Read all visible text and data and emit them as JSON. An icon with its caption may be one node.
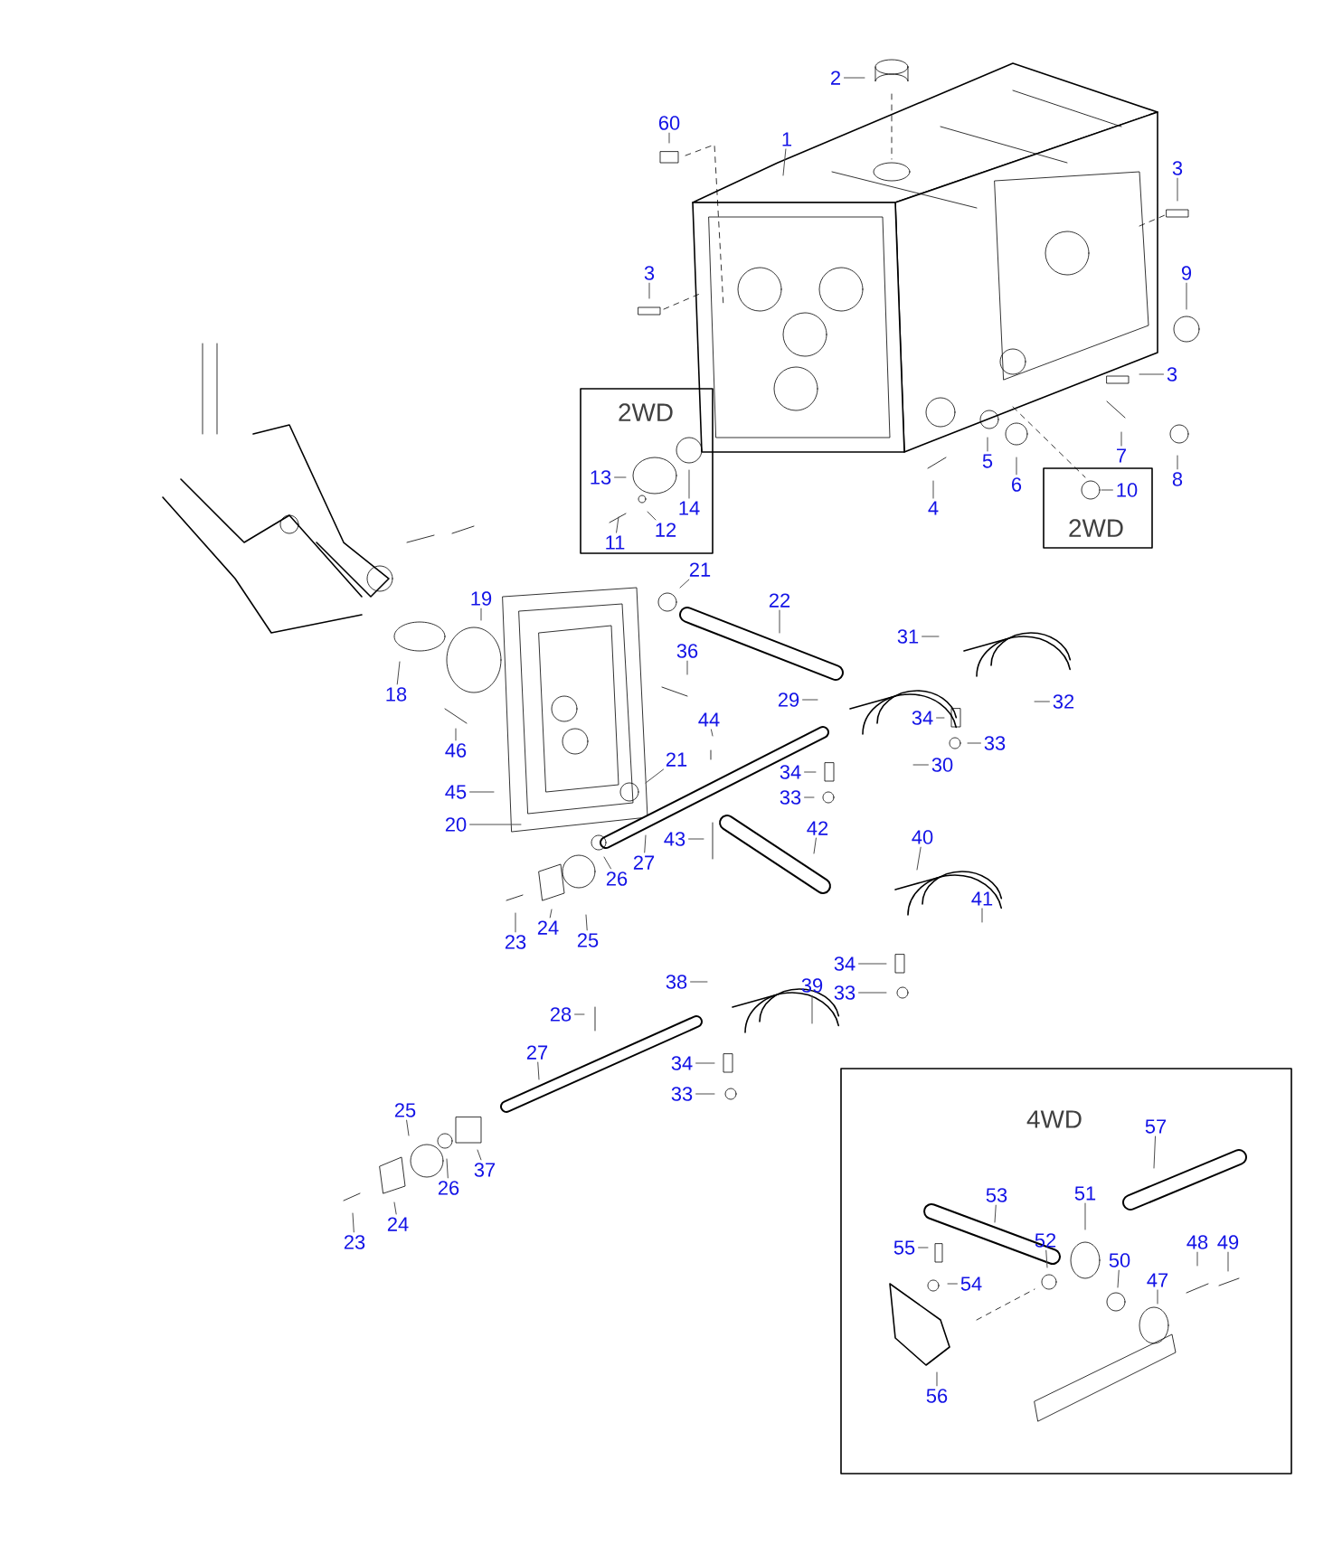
{
  "diagram": {
    "nodes": [
      {
        "text": [
          "2"
        ]
      },
      {
        "text": [
          "60"
        ]
      },
      {
        "text": [
          "1"
        ]
      },
      {
        "text": [
          "3"
        ]
      },
      {
        "text": [
          "3"
        ]
      },
      {
        "text": [
          "9"
        ]
      },
      {
        "text": [
          "3"
        ]
      },
      {
        "text": [
          "2WD"
        ]
      },
      {
        "text": [
          "13"
        ],
        "in": 7
      },
      {
        "text": [
          "14"
        ],
        "in": 7
      },
      {
        "text": [
          "11"
        ],
        "in": 7
      },
      {
        "text": [
          "12"
        ],
        "in": 7
      },
      {
        "text": [
          "4"
        ]
      },
      {
        "text": [
          "5"
        ]
      },
      {
        "text": [
          "6"
        ]
      },
      {
        "text": [
          "7"
        ]
      },
      {
        "text": [
          "8"
        ]
      },
      {
        "text": [
          "2WD"
        ]
      },
      {
        "text": [
          "10"
        ],
        "in": 17
      },
      {
        "text": [
          "21"
        ]
      },
      {
        "text": [
          "22"
        ]
      },
      {
        "text": [
          "19"
        ]
      },
      {
        "text": [
          "36"
        ]
      },
      {
        "text": [
          "31"
        ]
      },
      {
        "text": [
          "29"
        ]
      },
      {
        "text": [
          "32"
        ]
      },
      {
        "text": [
          "18"
        ]
      },
      {
        "text": [
          "46"
        ]
      },
      {
        "text": [
          "34"
        ]
      },
      {
        "text": [
          "33"
        ]
      },
      {
        "text": [
          "44"
        ]
      },
      {
        "text": [
          "21"
        ]
      },
      {
        "text": [
          "34"
        ]
      },
      {
        "text": [
          "30"
        ]
      },
      {
        "text": [
          "45"
        ]
      },
      {
        "text": [
          "33"
        ]
      },
      {
        "text": [
          "20"
        ]
      },
      {
        "text": [
          "42"
        ]
      },
      {
        "text": [
          "43"
        ]
      },
      {
        "text": [
          "27"
        ]
      },
      {
        "text": [
          "26"
        ]
      },
      {
        "text": [
          "40"
        ]
      },
      {
        "text": [
          "41"
        ]
      },
      {
        "text": [
          "24"
        ]
      },
      {
        "text": [
          "25"
        ]
      },
      {
        "text": [
          "23"
        ]
      },
      {
        "text": [
          "34"
        ]
      },
      {
        "text": [
          "33"
        ]
      },
      {
        "text": [
          "38"
        ]
      },
      {
        "text": [
          "39"
        ]
      },
      {
        "text": [
          "28"
        ]
      },
      {
        "text": [
          "27"
        ]
      },
      {
        "text": [
          "34"
        ]
      },
      {
        "text": [
          "33"
        ]
      },
      {
        "text": [
          "25"
        ]
      },
      {
        "text": [
          "37"
        ]
      },
      {
        "text": [
          "26"
        ]
      },
      {
        "text": [
          "24"
        ]
      },
      {
        "text": [
          "23"
        ]
      },
      {
        "text": [
          "4WD"
        ]
      },
      {
        "text": [
          "57"
        ],
        "in": 59
      },
      {
        "text": [
          "53"
        ],
        "in": 59
      },
      {
        "text": [
          "51"
        ],
        "in": 59
      },
      {
        "text": [
          "52"
        ],
        "in": 59
      },
      {
        "text": [
          "50"
        ],
        "in": 59
      },
      {
        "text": [
          "48"
        ],
        "in": 59
      },
      {
        "text": [
          "49"
        ],
        "in": 59
      },
      {
        "text": [
          "55"
        ],
        "in": 59
      },
      {
        "text": [
          "54"
        ],
        "in": 59
      },
      {
        "text": [
          "47"
        ],
        "in": 59
      },
      {
        "text": [
          "56"
        ],
        "in": 59
      }
    ],
    "edges": [
      {
        "from": 0,
        "to": null,
        "arrow": "none"
      },
      {
        "from": 1,
        "to": null,
        "arrow": "none"
      },
      {
        "from": 2,
        "to": null,
        "arrow": "none"
      },
      {
        "from": 3,
        "to": null,
        "arrow": "none"
      },
      {
        "from": 4,
        "to": null,
        "arrow": "none"
      },
      {
        "from": 5,
        "to": null,
        "arrow": "none"
      },
      {
        "from": 6,
        "to": null,
        "arrow": "none"
      },
      {
        "from": 8,
        "to": null,
        "arrow": "none"
      },
      {
        "from": 9,
        "to": null,
        "arrow": "none"
      },
      {
        "from": 10,
        "to": null,
        "arrow": "none"
      },
      {
        "from": 11,
        "to": null,
        "arrow": "none"
      },
      {
        "from": 12,
        "to": null,
        "arrow": "none"
      },
      {
        "from": 13,
        "to": null,
        "arrow": "none"
      },
      {
        "from": 14,
        "to": null,
        "arrow": "none"
      },
      {
        "from": 15,
        "to": null,
        "arrow": "none"
      },
      {
        "from": 16,
        "to": null,
        "arrow": "none"
      },
      {
        "from": 18,
        "to": null,
        "arrow": "none"
      },
      {
        "from": 19,
        "to": null,
        "arrow": "none"
      },
      {
        "from": 20,
        "to": null,
        "arrow": "none"
      },
      {
        "from": 21,
        "to": null,
        "arrow": "none"
      },
      {
        "from": 22,
        "to": null,
        "arrow": "none"
      },
      {
        "from": 23,
        "to": null,
        "arrow": "none"
      },
      {
        "from": 24,
        "to": null,
        "arrow": "none"
      },
      {
        "from": 25,
        "to": null,
        "arrow": "none"
      },
      {
        "from": 26,
        "to": null,
        "arrow": "none"
      },
      {
        "from": 27,
        "to": null,
        "arrow": "none"
      },
      {
        "from": 28,
        "to": null,
        "arrow": "none"
      },
      {
        "from": 29,
        "to": null,
        "arrow": "none"
      },
      {
        "from": 30,
        "to": null,
        "arrow": "none"
      },
      {
        "from": 31,
        "to": null,
        "arrow": "none"
      },
      {
        "from": 32,
        "to": null,
        "arrow": "none"
      },
      {
        "from": 33,
        "to": null,
        "arrow": "none"
      },
      {
        "from": 34,
        "to": null,
        "arrow": "none"
      },
      {
        "from": 35,
        "to": null,
        "arrow": "none"
      },
      {
        "from": 36,
        "to": null,
        "arrow": "none"
      },
      {
        "from": 37,
        "to": null,
        "arrow": "none"
      },
      {
        "from": 38,
        "to": null,
        "arrow": "none"
      },
      {
        "from": 39,
        "to": null,
        "arrow": "none"
      },
      {
        "from": 40,
        "to": null,
        "arrow": "none"
      },
      {
        "from": 41,
        "to": null,
        "arrow": "none"
      },
      {
        "from": 42,
        "to": null,
        "arrow": "none"
      },
      {
        "from": 43,
        "to": null,
        "arrow": "none"
      },
      {
        "from": 44,
        "to": null,
        "arrow": "none"
      },
      {
        "from": 45,
        "to": null,
        "arrow": "none"
      },
      {
        "from": 46,
        "to": null,
        "arrow": "none"
      },
      {
        "from": 47,
        "to": null,
        "arrow": "none"
      },
      {
        "from": 48,
        "to": null,
        "arrow": "none"
      },
      {
        "from": 49,
        "to": null,
        "arrow": "none"
      },
      {
        "from": 50,
        "to": null,
        "arrow": "none"
      },
      {
        "from": 51,
        "to": null,
        "arrow": "none"
      },
      {
        "from": 52,
        "to": null,
        "arrow": "none"
      },
      {
        "from": 53,
        "to": null,
        "arrow": "none"
      },
      {
        "from": 54,
        "to": null,
        "arrow": "none"
      },
      {
        "from": 55,
        "to": null,
        "arrow": "none"
      },
      {
        "from": 56,
        "to": null,
        "arrow": "none"
      },
      {
        "from": 57,
        "to": null,
        "arrow": "none"
      },
      {
        "from": 58,
        "to": null,
        "arrow": "none"
      },
      {
        "from": 60,
        "to": null,
        "arrow": "none"
      },
      {
        "from": 61,
        "to": null,
        "arrow": "none"
      },
      {
        "from": 62,
        "to": null,
        "arrow": "none"
      },
      {
        "from": 63,
        "to": null,
        "arrow": "none"
      },
      {
        "from": 64,
        "to": null,
        "arrow": "none"
      },
      {
        "from": 65,
        "to": null,
        "arrow": "none"
      },
      {
        "from": 66,
        "to": null,
        "arrow": "none"
      },
      {
        "from": 67,
        "to": null,
        "arrow": "none"
      },
      {
        "from": 68,
        "to": null,
        "arrow": "none"
      },
      {
        "from": 69,
        "to": null,
        "arrow": "none"
      },
      {
        "from": 70,
        "to": null,
        "arrow": "none"
      }
    ]
  }
}
